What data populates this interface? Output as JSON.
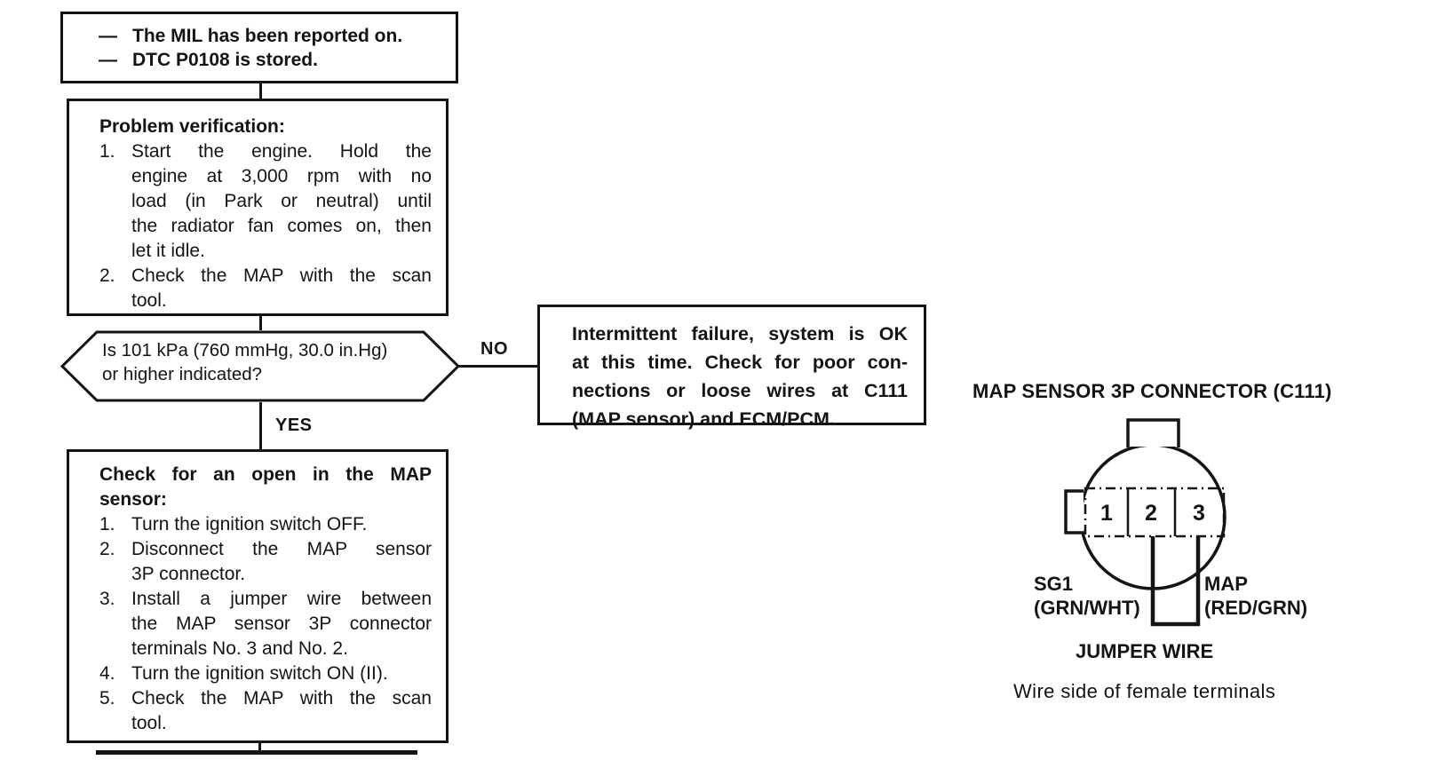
{
  "colors": {
    "ink": "#141414",
    "paper": "#ffffff"
  },
  "flowchart": {
    "start_box": {
      "bullet": "—",
      "lines": [
        "The MIL has been reported on.",
        "DTC P0108 is stored."
      ]
    },
    "problem_box": {
      "title": "Problem verification:",
      "steps": [
        {
          "num": "1.",
          "lines": [
            "Start the engine. Hold the",
            "engine at 3,000 rpm with no",
            "load (in Park or neutral) until",
            "the radiator fan comes on, then",
            "let it idle."
          ]
        },
        {
          "num": "2.",
          "lines": [
            "Check the MAP with the scan",
            "tool."
          ]
        }
      ]
    },
    "decision": {
      "lines": [
        "Is 101 kPa (760 mmHg, 30.0 in.Hg)",
        "or higher indicated?"
      ],
      "no_label": "NO",
      "yes_label": "YES"
    },
    "intermittent_box": {
      "lines": [
        "Intermittent failure, system is OK",
        "at this time. Check for poor con-",
        "nections or loose wires at C111",
        "(MAP sensor) and ECM/PCM."
      ]
    },
    "check_box": {
      "title_lines": [
        "Check for an open in the MAP",
        "sensor:"
      ],
      "steps": [
        {
          "num": "1.",
          "lines": [
            "Turn the ignition switch OFF."
          ]
        },
        {
          "num": "2.",
          "lines": [
            "Disconnect the MAP sensor",
            "3P connector."
          ]
        },
        {
          "num": "3.",
          "lines": [
            "Install a jumper wire between",
            "the MAP sensor 3P connector",
            "terminals No. 3 and No. 2."
          ]
        },
        {
          "num": "4.",
          "lines": [
            "Turn the ignition switch ON (II)."
          ]
        },
        {
          "num": "5.",
          "lines": [
            "Check the MAP with the scan",
            "tool."
          ]
        }
      ]
    }
  },
  "connector": {
    "title": "MAP SENSOR 3P CONNECTOR (C111)",
    "pins": [
      "1",
      "2",
      "3"
    ],
    "sg1_label": {
      "name": "SG1",
      "wire": "(GRN/WHT)"
    },
    "map_label": {
      "name": "MAP",
      "wire": "(RED/GRN)"
    },
    "jumper_label": "JUMPER WIRE",
    "caption": "Wire side of female terminals"
  }
}
